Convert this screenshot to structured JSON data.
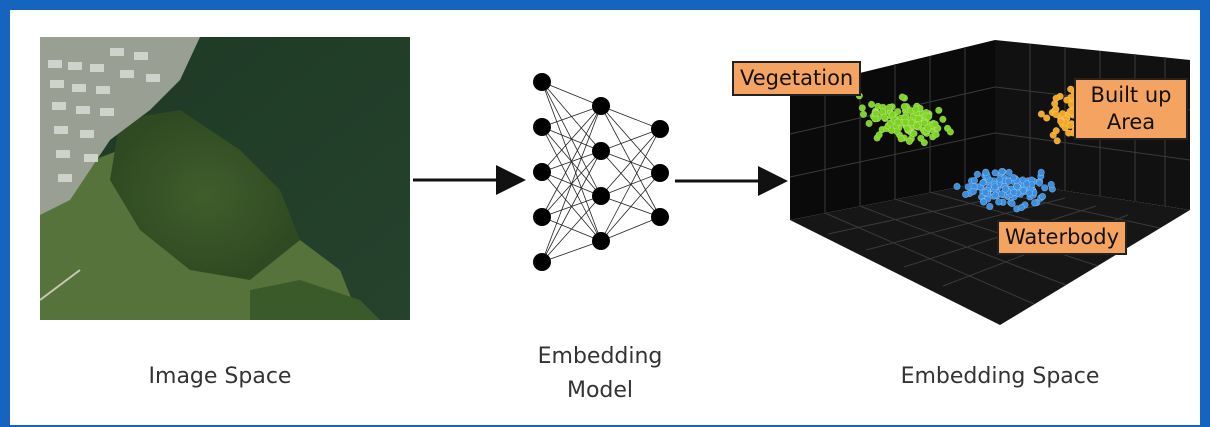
{
  "captions": {
    "image_space": "Image Space",
    "embedding_model_line1": "Embedding",
    "embedding_model_line2": "Model",
    "embedding_space": "Embedding Space"
  },
  "clusters": [
    {
      "label": "Vegetation",
      "color": "#7ed321"
    },
    {
      "label_line1": "Built up",
      "label_line2": "Area",
      "color": "#f5a623"
    },
    {
      "label": "Waterbody",
      "color": "#3a8fe0"
    }
  ],
  "colors": {
    "frame": "#1565c0",
    "tag_fill": "#f4a460"
  }
}
